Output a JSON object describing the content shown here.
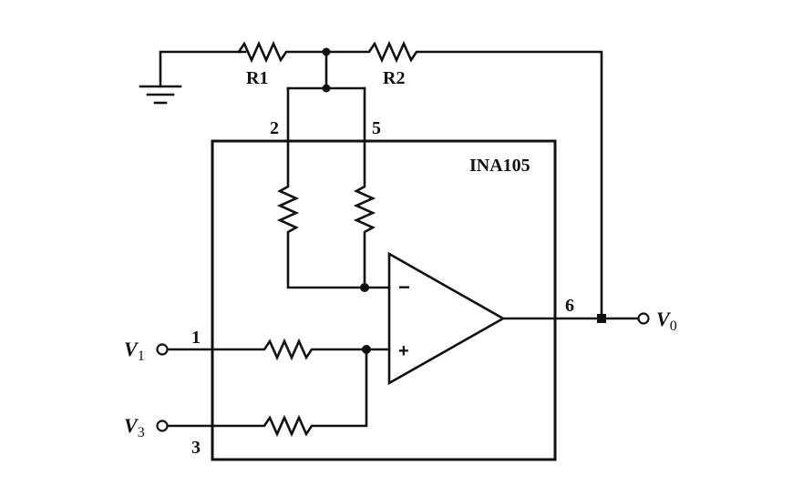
{
  "chip": {
    "name": "INA105"
  },
  "resistors": {
    "r1": "R1",
    "r2": "R2"
  },
  "pins": {
    "p1": "1",
    "p2": "2",
    "p3": "3",
    "p5": "5",
    "p6": "6"
  },
  "opamp": {
    "minus": "−",
    "plus": "+"
  },
  "inputs": {
    "v1": {
      "letter": "V",
      "sub": "1"
    },
    "v3": {
      "letter": "V",
      "sub": "3"
    },
    "vo": {
      "letter": "V",
      "sub": "0"
    }
  }
}
